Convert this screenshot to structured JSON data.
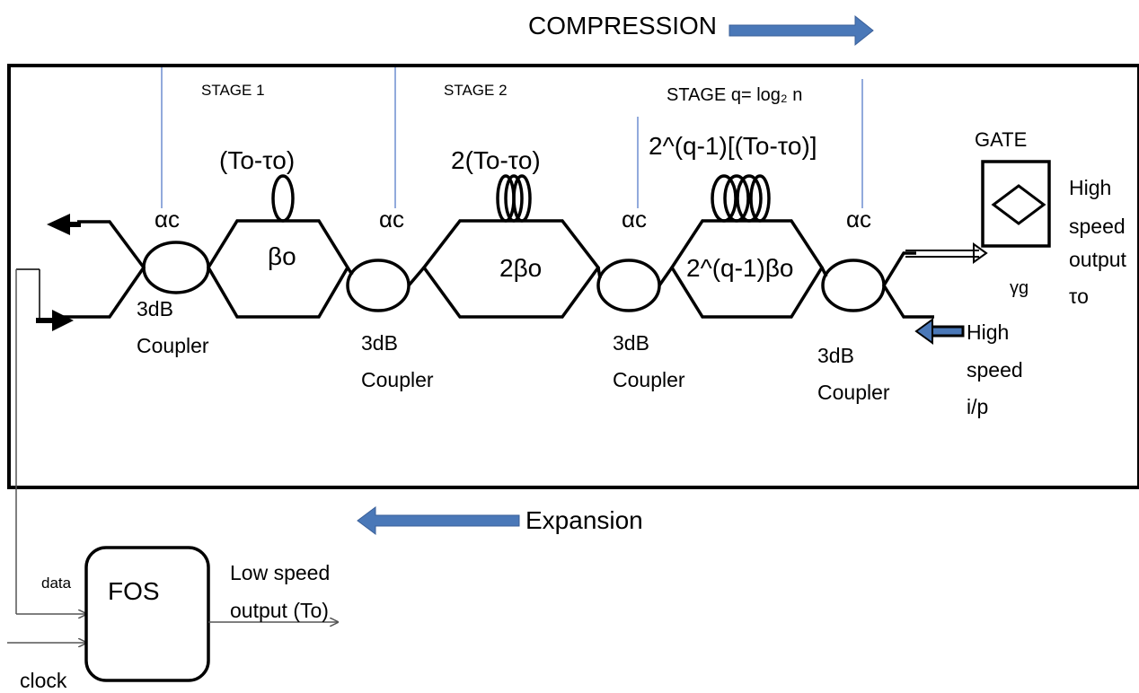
{
  "title": {
    "compression": "COMPRESSION",
    "expansion": "Expansion"
  },
  "stages": {
    "stage1": "STAGE 1",
    "stage2": "STAGE 2",
    "stage_q": "STAGE q= log₂ n"
  },
  "alpha_label": "αc",
  "delay_labels": {
    "stage1": "(To-τo)",
    "stage2": "2(To-τo)",
    "stage_q": "2^(q-1)[(To-τo)]"
  },
  "beta_labels": {
    "stage1": "βo",
    "stage2": "2βo",
    "stage_q": "2^(q-1)βo"
  },
  "couplers": [
    {
      "line1": "3dB",
      "line2": "Coupler"
    },
    {
      "line1": "3dB",
      "line2": "Coupler"
    },
    {
      "line1": "3dB",
      "line2": "Coupler"
    },
    {
      "line1": "3dB",
      "line2": "Coupler"
    }
  ],
  "gate": {
    "label": "GATE",
    "gamma": "γg"
  },
  "output": {
    "line1": "High",
    "line2": "speed",
    "line3": "output",
    "line4": "τo"
  },
  "input": {
    "line1": "High",
    "line2": "speed",
    "line3": "i/p"
  },
  "fos": {
    "label": "FOS",
    "data": "data",
    "clock": "clock",
    "low1": "Low speed",
    "low2": "output (To)"
  },
  "colors": {
    "arrow_blue": "#4a78b8",
    "divider_blue": "#4a72c4",
    "line": "#000000"
  }
}
